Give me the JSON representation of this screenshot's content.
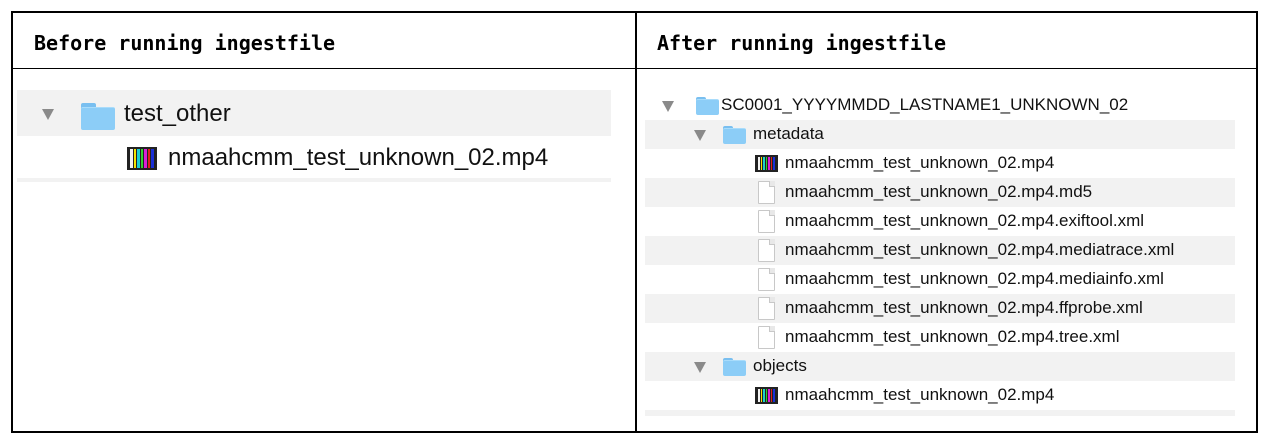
{
  "headers": {
    "before": "Before running ingestfile",
    "after": "After running ingestfile"
  },
  "before_tree": {
    "folder": {
      "name": "test_other",
      "icon": "folder-icon",
      "expanded": true
    },
    "files": [
      {
        "name": "nmaahcmm_test_unknown_02.mp4",
        "icon": "video-file-icon"
      }
    ]
  },
  "after_tree": {
    "root": {
      "name": "SC0001_YYYYMMDD_LASTNAME1_UNKNOWN_02",
      "icon": "folder-icon",
      "expanded": true
    },
    "metadata": {
      "name": "metadata",
      "icon": "folder-icon",
      "expanded": true,
      "files": [
        {
          "name": "nmaahcmm_test_unknown_02.mp4",
          "icon": "video-file-icon"
        },
        {
          "name": "nmaahcmm_test_unknown_02.mp4.md5",
          "icon": "document-icon"
        },
        {
          "name": "nmaahcmm_test_unknown_02.mp4.exiftool.xml",
          "icon": "document-icon"
        },
        {
          "name": "nmaahcmm_test_unknown_02.mp4.mediatrace.xml",
          "icon": "document-icon"
        },
        {
          "name": "nmaahcmm_test_unknown_02.mp4.mediainfo.xml",
          "icon": "document-icon"
        },
        {
          "name": "nmaahcmm_test_unknown_02.mp4.ffprobe.xml",
          "icon": "document-icon"
        },
        {
          "name": "nmaahcmm_test_unknown_02.mp4.tree.xml",
          "icon": "document-icon"
        }
      ]
    },
    "objects": {
      "name": "objects",
      "icon": "folder-icon",
      "expanded": true,
      "files": [
        {
          "name": "nmaahcmm_test_unknown_02.mp4",
          "icon": "video-file-icon"
        }
      ]
    }
  },
  "colors": {
    "folder": "#8ccdf7",
    "row_shade": "#f2f2f2",
    "disclosure": "#8a8a8a",
    "video_bars": [
      "#f2f2f2",
      "#f5e400",
      "#19d0d0",
      "#2fd22f",
      "#d91fd9",
      "#e21c1c",
      "#1a2fd6"
    ]
  }
}
